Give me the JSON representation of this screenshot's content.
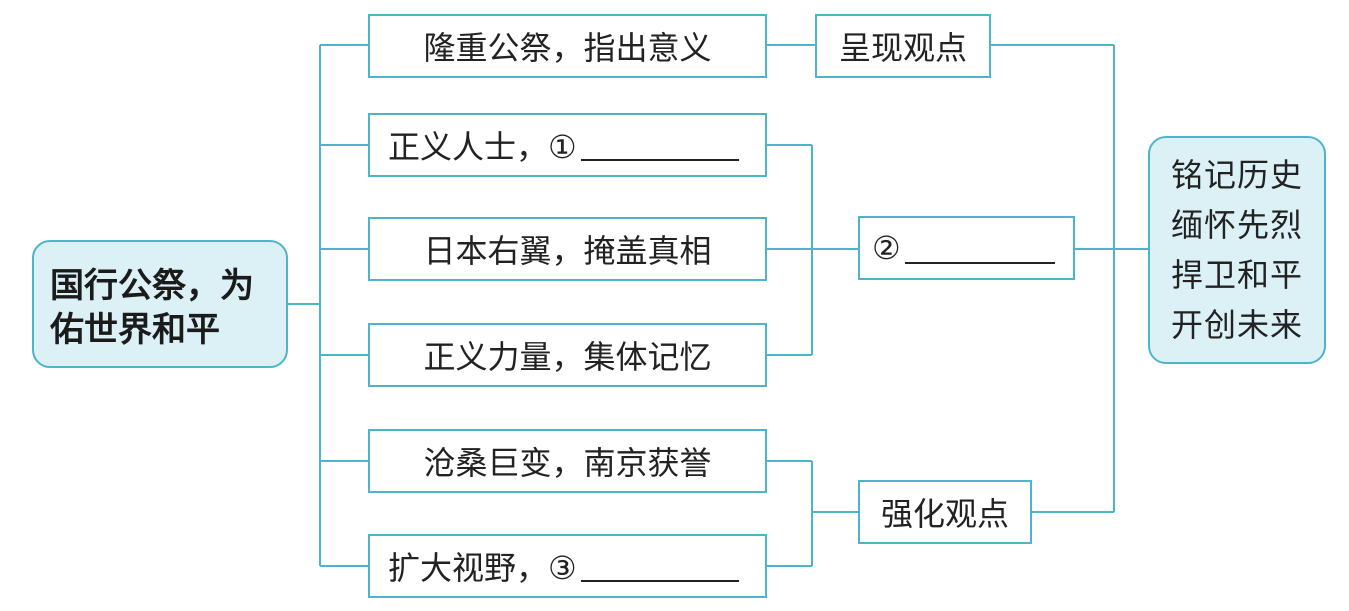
{
  "root": {
    "text": "国行公祭，为佑世界和平"
  },
  "branches": {
    "b1": "隆重公祭，指出意义",
    "b2_prefix": "正义人士，①",
    "b3": "日本右翼，掩盖真相",
    "b4": "正义力量，集体记忆",
    "b5": "沧桑巨变，南京获誉",
    "b6_prefix": "扩大视野，③"
  },
  "middle": {
    "m1": "呈现观点",
    "m2_prefix": "②",
    "m3": "强化观点"
  },
  "result": {
    "lines": [
      "铭记历史",
      "缅怀先烈",
      "捍卫和平",
      "开创未来"
    ]
  },
  "colors": {
    "border": "#4cb6c8",
    "rounded_fill": "#dbf1f6",
    "line": "#4cb6c8"
  }
}
